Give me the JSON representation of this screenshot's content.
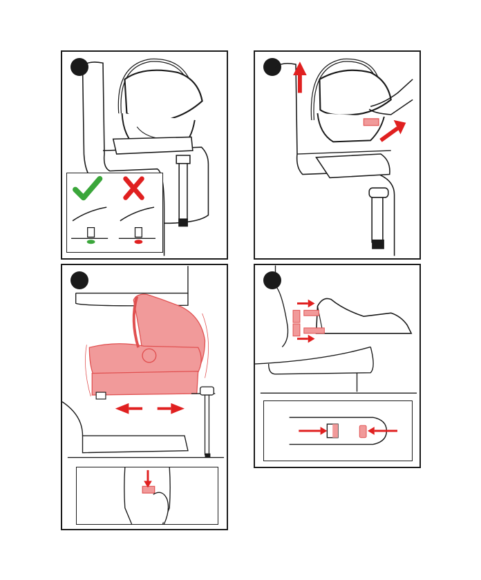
{
  "page": {
    "title": "",
    "steps": [
      {
        "id": "step-1",
        "label": ""
      },
      {
        "id": "step-2",
        "label": ""
      },
      {
        "id": "step-3",
        "label": ""
      },
      {
        "id": "step-4",
        "label": ""
      }
    ]
  },
  "icons": {
    "correct": "check-mark-icon",
    "incorrect": "cross-mark-icon",
    "arrow": "red-arrow-icon"
  },
  "colors": {
    "ink": "#1a1a1a",
    "ok": "#3aa63a",
    "bad": "#e02020",
    "highlight": "#f19a9a",
    "highlight_stroke": "#e05050"
  }
}
